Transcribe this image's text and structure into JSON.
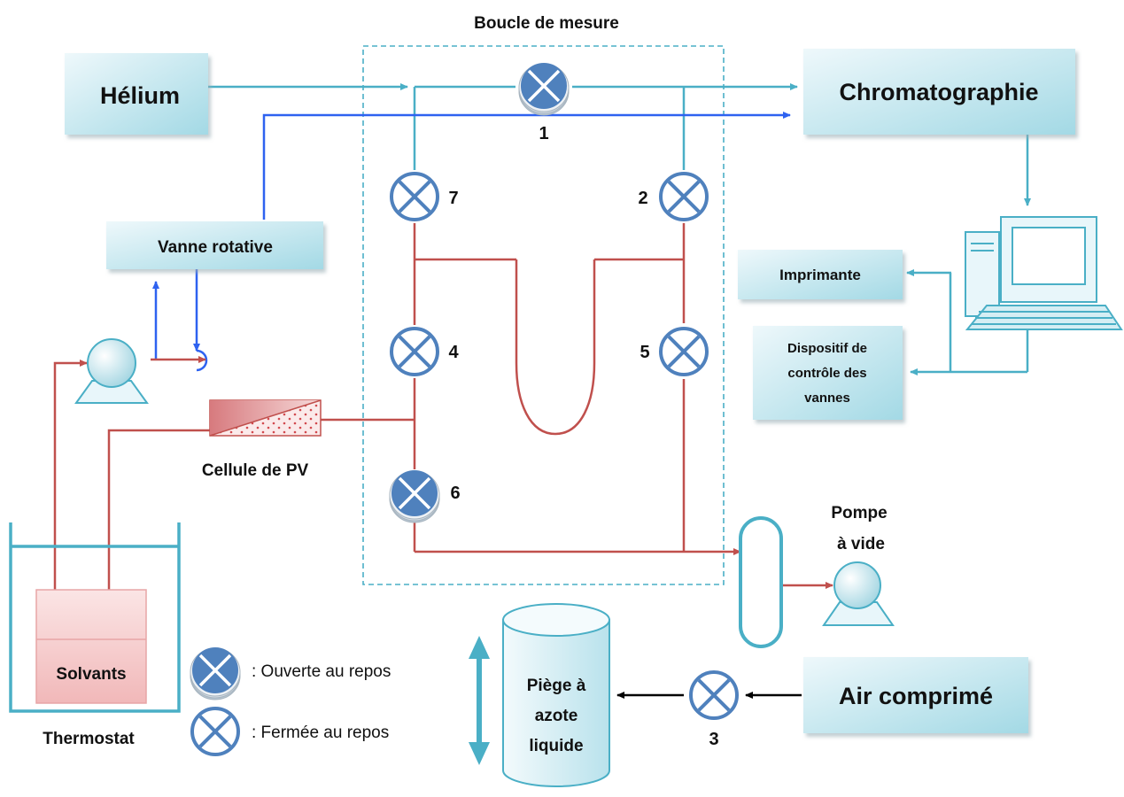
{
  "title": "Boucle de mesure",
  "colors": {
    "teal": "#4AAFC6",
    "blue": "#2E62F0",
    "red": "#C0504D",
    "valve_blue": "#4F81BD",
    "box_light": "#E4F3F7",
    "box_dark": "#A9DDE8",
    "cell_red": "#D9777B"
  },
  "boxes": {
    "helium": "Hélium",
    "chromatographie": "Chromatographie",
    "vanne_rotative": "Vanne rotative",
    "imprimante": "Imprimante",
    "dispositif": [
      "Dispositif de",
      "contrôle des",
      "vannes"
    ],
    "air_comprime": "Air comprimé"
  },
  "valves": [
    {
      "id": "1",
      "state": "open"
    },
    {
      "id": "2",
      "state": "closed"
    },
    {
      "id": "3",
      "state": "closed"
    },
    {
      "id": "4",
      "state": "closed"
    },
    {
      "id": "5",
      "state": "closed"
    },
    {
      "id": "6",
      "state": "open"
    },
    {
      "id": "7",
      "state": "closed"
    }
  ],
  "labels": {
    "cellule": "Cellule de PV",
    "pompe": [
      "Pompe",
      "à vide"
    ],
    "thermostat": "Thermostat",
    "solvants": "Solvants",
    "piege": [
      "Piège à",
      "azote",
      "liquide"
    ]
  },
  "legend": {
    "open": ": Ouverte au repos",
    "closed": ": Fermée au repos"
  }
}
